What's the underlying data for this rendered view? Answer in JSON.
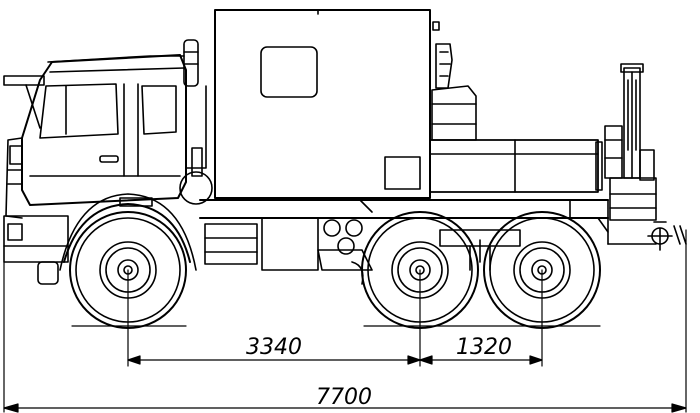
{
  "dimensions": {
    "wheelbase_front": "3340",
    "wheelbase_rear": "1320",
    "overall_length": "7700"
  }
}
